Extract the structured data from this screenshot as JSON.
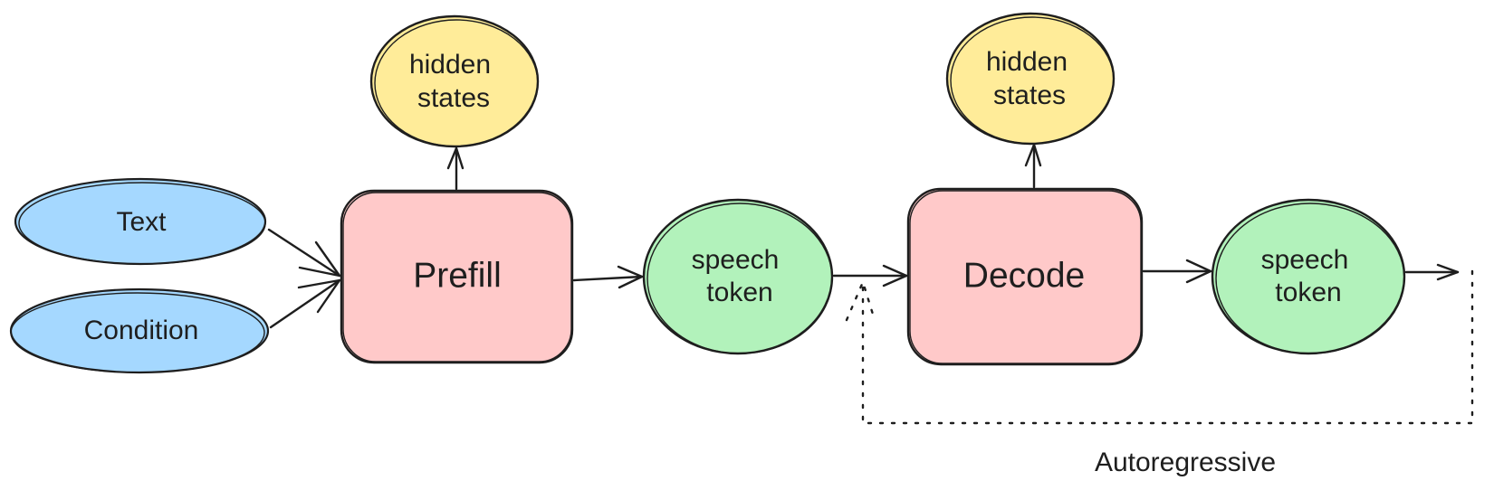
{
  "nodes": {
    "text_input": {
      "label": "Text",
      "fill": "#a5d8ff"
    },
    "condition_input": {
      "label": "Condition",
      "fill": "#a5d8ff"
    },
    "prefill": {
      "label": "Prefill",
      "fill": "#ffc9c9"
    },
    "hidden_states_1": {
      "line1": "hidden",
      "line2": "states",
      "fill": "#ffec99"
    },
    "speech_token_1": {
      "line1": "speech",
      "line2": "token",
      "fill": "#b2f2bb"
    },
    "decode": {
      "label": "Decode",
      "fill": "#ffc9c9"
    },
    "hidden_states_2": {
      "line1": "hidden",
      "line2": "states",
      "fill": "#ffec99"
    },
    "speech_token_2": {
      "line1": "speech",
      "line2": "token",
      "fill": "#b2f2bb"
    }
  },
  "loop": {
    "label": "Autoregressive"
  },
  "stroke_color": "#1e1e1e"
}
